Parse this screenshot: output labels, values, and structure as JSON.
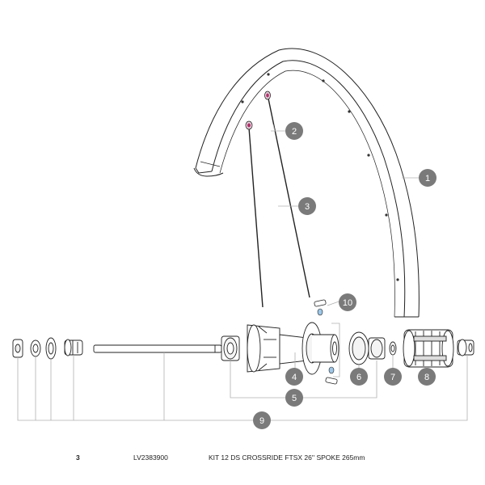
{
  "callouts": [
    {
      "id": "1",
      "label": "1"
    },
    {
      "id": "2",
      "label": "2"
    },
    {
      "id": "3",
      "label": "3"
    },
    {
      "id": "4",
      "label": "4"
    },
    {
      "id": "5",
      "label": "5"
    },
    {
      "id": "6",
      "label": "6"
    },
    {
      "id": "7",
      "label": "7"
    },
    {
      "id": "8",
      "label": "8"
    },
    {
      "id": "9",
      "label": "9"
    },
    {
      "id": "10",
      "label": "10"
    }
  ],
  "footer": {
    "ref_number": "3",
    "part_code": "LV2383900",
    "description": "KIT 12 DS CROSSRIDE FTSX 26'' SPOKE 265mm"
  },
  "colors": {
    "callout_fill": "#7a7a7a",
    "line": "#222222",
    "leader": "#b0b0b0",
    "nipple_accent": "#b0306a"
  }
}
